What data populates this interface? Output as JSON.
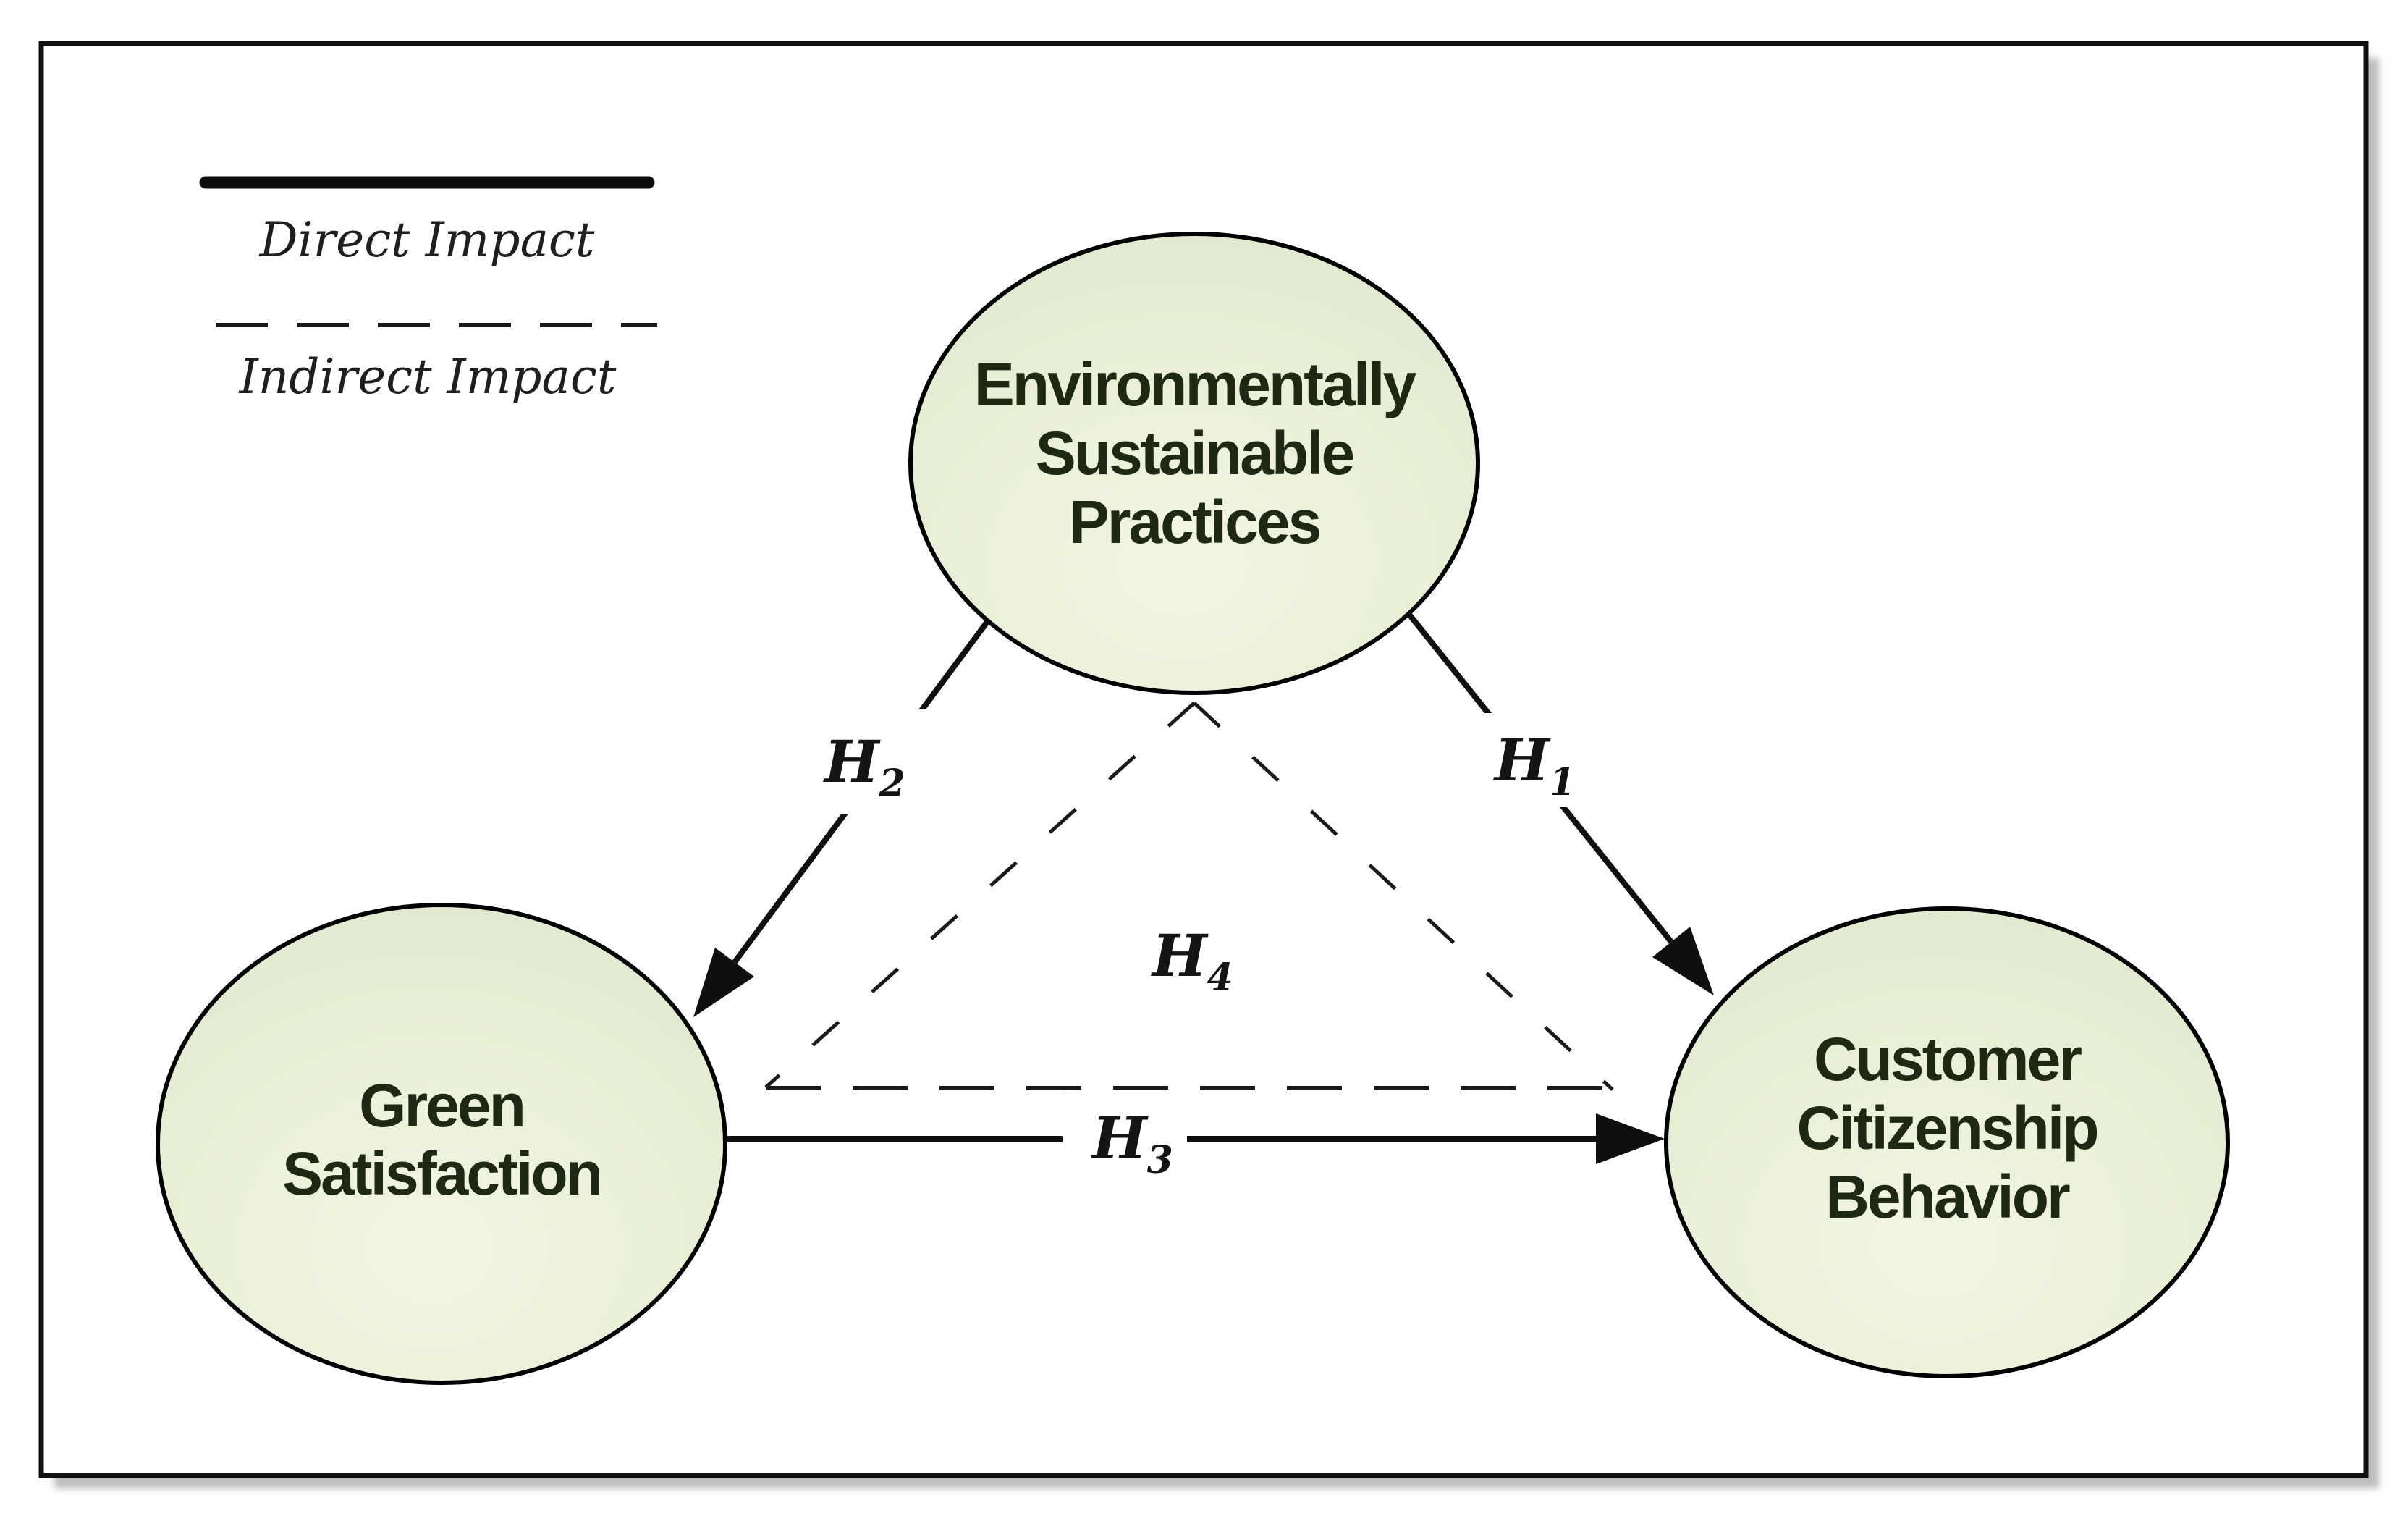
{
  "diagram": {
    "legend": {
      "direct": {
        "label": "Direct Impact",
        "line_style": "solid"
      },
      "indirect": {
        "label": "Indirect Impact",
        "line_style": "dashed"
      }
    },
    "nodes": {
      "esp": {
        "label": "Environmentally Sustainable Practices",
        "lines": [
          "Environmentally",
          "Sustainable",
          "Practices"
        ]
      },
      "gs": {
        "label": "Green Satisfaction",
        "lines": [
          "Green",
          "Satisfaction"
        ]
      },
      "ccb": {
        "label": "Customer Citizenship Behavior",
        "lines": [
          "Customer",
          "Citizenship",
          "Behavior"
        ]
      }
    },
    "hypotheses": {
      "h1": {
        "name": "H",
        "sub": "1",
        "from": "Environmentally Sustainable Practices",
        "to": "Customer Citizenship Behavior",
        "impact": "direct"
      },
      "h2": {
        "name": "H",
        "sub": "2",
        "from": "Environmentally Sustainable Practices",
        "to": "Green Satisfaction",
        "impact": "direct"
      },
      "h3": {
        "name": "H",
        "sub": "3",
        "from": "Green Satisfaction",
        "to": "Customer Citizenship Behavior",
        "impact": "direct"
      },
      "h4": {
        "name": "H",
        "sub": "4",
        "from": "Environmentally Sustainable Practices",
        "to": "Customer Citizenship Behavior",
        "impact": "indirect"
      }
    },
    "colors": {
      "background": "#ffffff",
      "frame_stroke": "#111111",
      "frame_shadow": "#bdbdbd",
      "node_fill_center": "#f2f5e4",
      "node_fill_mid": "#e7efd5",
      "node_fill_edge": "#d8e4c4",
      "node_stroke": "#000000",
      "node_text": "#1d2912",
      "line_color": "#1a1a1a"
    }
  }
}
